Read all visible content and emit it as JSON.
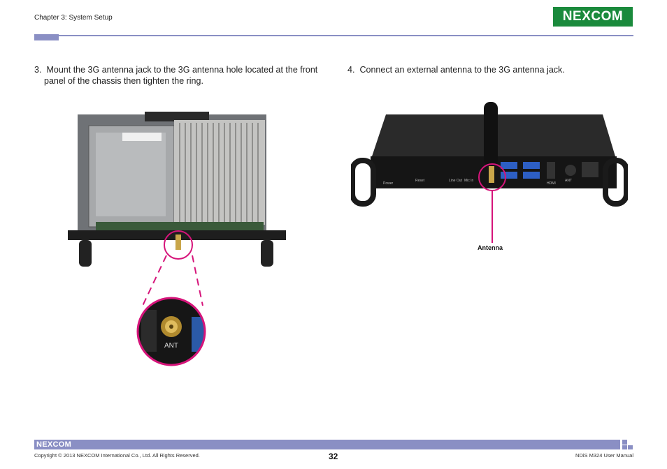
{
  "header": {
    "chapter": "Chapter 3: System Setup",
    "logo_text": "NEXCOM",
    "accent_color": "#8a8fc4",
    "logo_color": "#1a8a3c",
    "callout_color": "#d6147a"
  },
  "steps": [
    {
      "number": "3.",
      "line1": "Mount the 3G antenna jack to the 3G antenna hole located at the front",
      "line2": "panel of the chassis then tighten the ring."
    },
    {
      "number": "4.",
      "line1": "Connect an external antenna to the 3G antenna jack."
    }
  ],
  "figure_left": {
    "zoom_label": "ANT"
  },
  "figure_right": {
    "port_labels": [
      "Power",
      "Reset",
      "Line Out",
      "Mic In",
      "HDMI",
      "ANT"
    ],
    "callout": "Antenna"
  },
  "footer": {
    "logo_text": "NEXCOM",
    "copyright": "Copyright © 2013 NEXCOM International Co., Ltd. All Rights Reserved.",
    "page_number": "32",
    "manual": "NDiS M324 User Manual"
  }
}
